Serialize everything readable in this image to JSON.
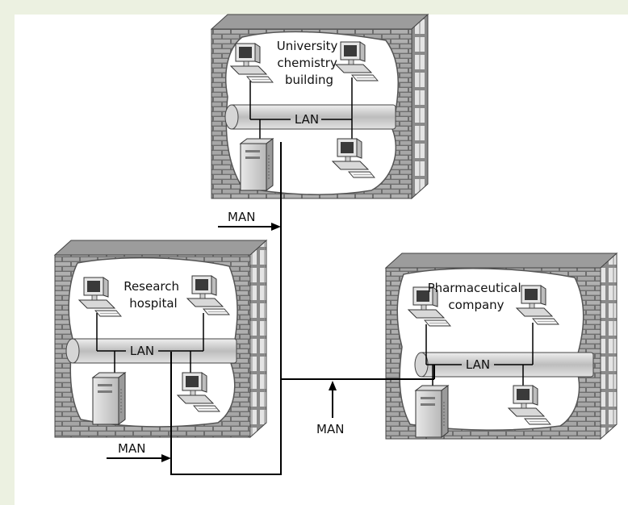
{
  "buildings": {
    "university": {
      "label_lines": [
        "University",
        "chemistry",
        "building"
      ],
      "lan_label": "LAN"
    },
    "hospital": {
      "label_lines": [
        "Research",
        "hospital"
      ],
      "lan_label": "LAN"
    },
    "pharma": {
      "label_lines": [
        "Pharmaceutical",
        "company"
      ],
      "lan_label": "LAN"
    }
  },
  "man_labels": {
    "top": "MAN",
    "left_bottom": "MAN",
    "bottom_middle": "MAN"
  },
  "colors": {
    "brick_mortar": "#6a6a6a",
    "brick_face": "#a9a9a9",
    "roof": "#999999",
    "cylinder": "#cfcfcf",
    "line": "#000000",
    "corner_strip": "#ecf1e1"
  }
}
